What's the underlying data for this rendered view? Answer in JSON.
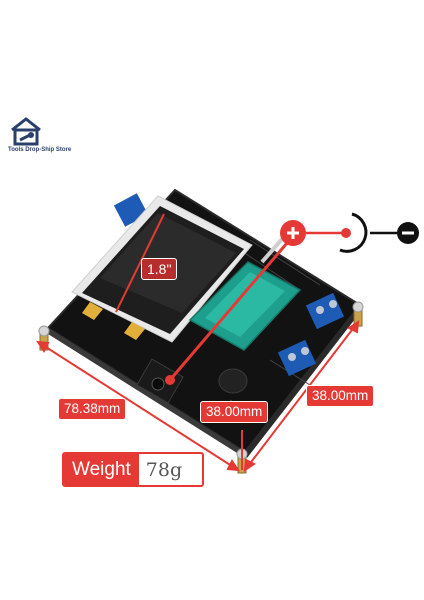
{
  "brand": {
    "name": "Tools Drop-Ship Store"
  },
  "product": {
    "screen_size": "1.8\"",
    "polarity_plus": "+",
    "polarity_minus": "−"
  },
  "dimensions": {
    "length": "78.38mm",
    "depth": "38.00mm",
    "height": "38.00mm"
  },
  "weight": {
    "label": "Weight",
    "value": "78g"
  },
  "colors": {
    "accent_red": "#e53935",
    "pcb": "#111111",
    "screen_frame": "#f0f0f0",
    "zif_socket": "#1e9e8c",
    "terminal_blue": "#1e5bb5"
  }
}
